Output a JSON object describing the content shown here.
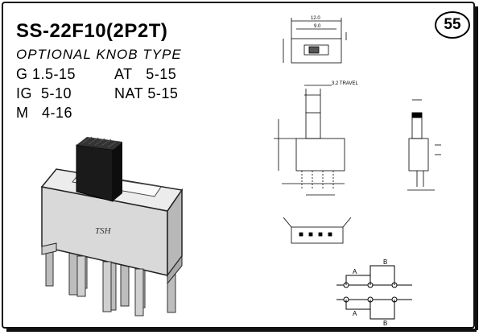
{
  "header": {
    "model": "SS-22F10(2P2T)",
    "knob_option": "OPTIONAL KNOB TYPE",
    "page_number": "55"
  },
  "knob_types": [
    {
      "code": "G",
      "range": "1.5-15"
    },
    {
      "code": "IG",
      "range": "5-10"
    },
    {
      "code": "M",
      "range": "4-16"
    },
    {
      "code": "AT",
      "range": "5-15"
    },
    {
      "code": "NAT",
      "range": "5-15"
    }
  ],
  "product_marking": "TSH",
  "drawing_labels": {
    "travel": "3.2 TRAVEL",
    "top_width": "12.0",
    "top_inner": "9.0",
    "dim_a": "A",
    "dim_b": "B"
  },
  "colors": {
    "line": "#000000",
    "body_metal": "#d8d8d8",
    "knob": "#1a1a1a"
  }
}
